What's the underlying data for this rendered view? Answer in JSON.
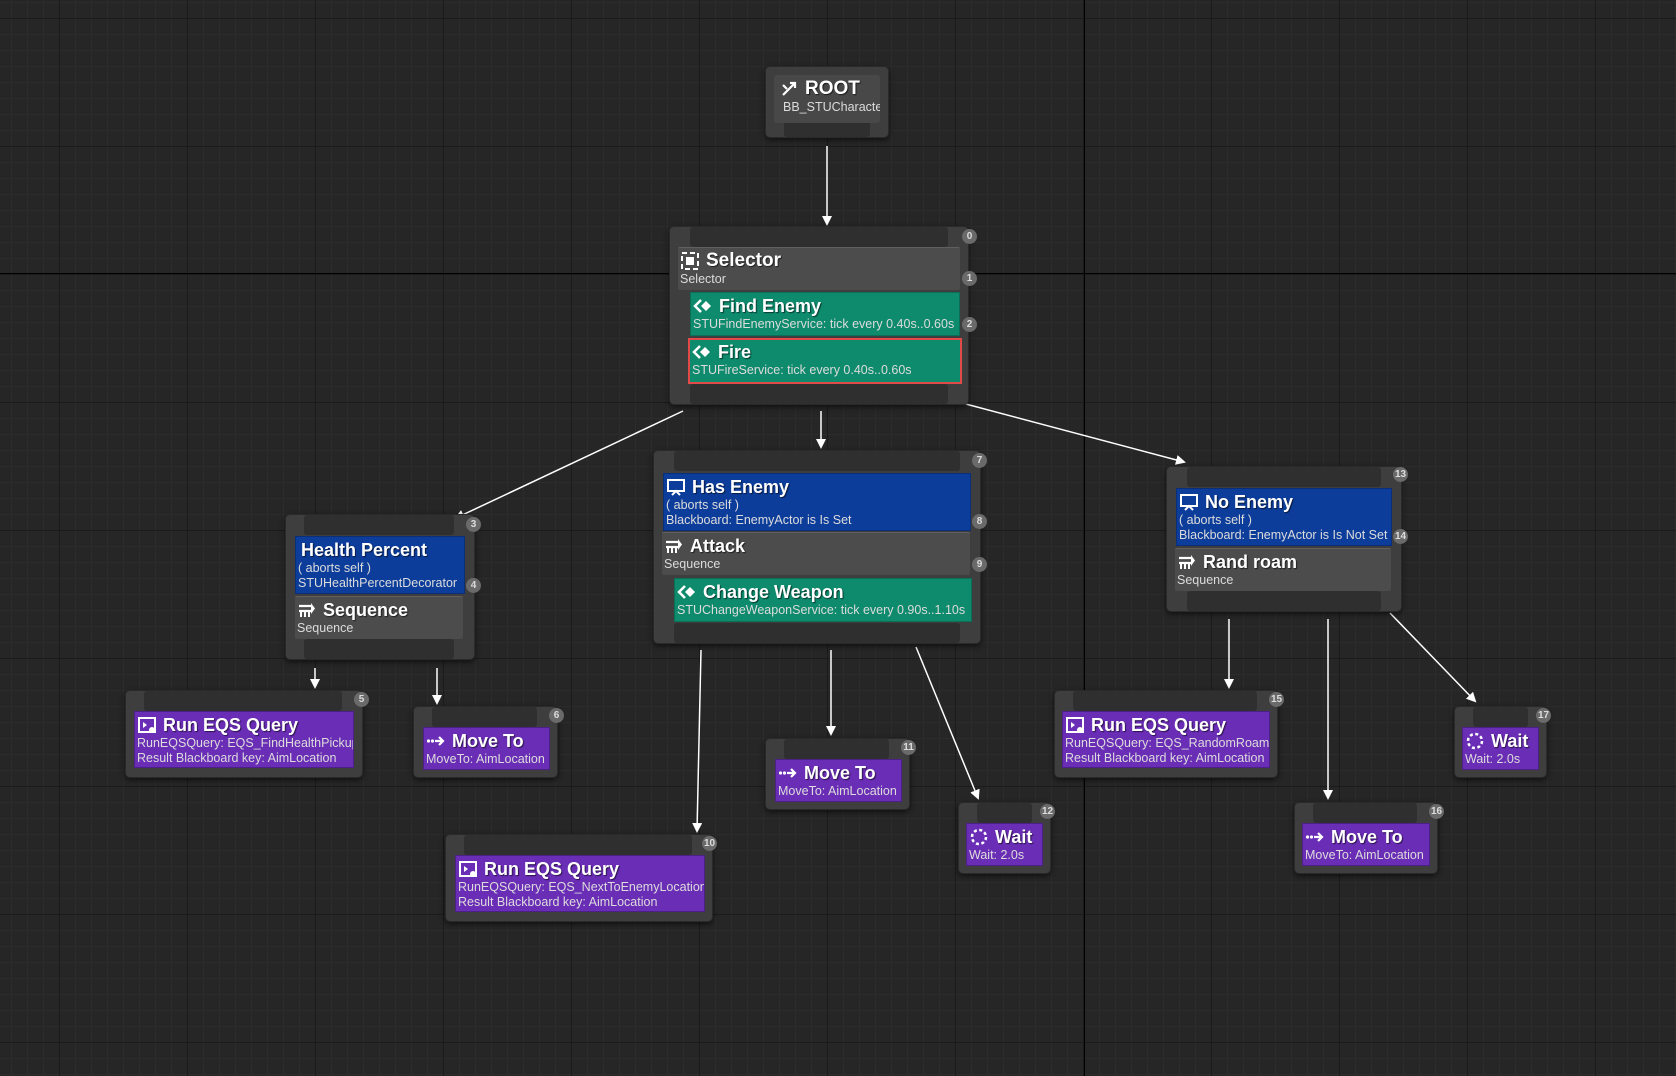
{
  "root": {
    "title": "ROOT",
    "subtitle": "BB_STUCharacter"
  },
  "selector": {
    "title": "Selector",
    "subtitle": "Selector",
    "services": [
      {
        "title": "Find Enemy",
        "subtitle": "STUFindEnemyService: tick every 0.40s..0.60s"
      },
      {
        "title": "Fire",
        "subtitle": "STUFireService: tick every 0.40s..0.60s"
      }
    ],
    "indices": [
      "0",
      "1",
      "2"
    ]
  },
  "health_branch": {
    "decorator": {
      "title": "Health Percent",
      "aborts": "( aborts self )",
      "subtitle": "STUHealthPercentDecorator"
    },
    "composite": {
      "title": "Sequence",
      "subtitle": "Sequence"
    },
    "indices": [
      "3",
      "4"
    ]
  },
  "attack_branch": {
    "decorator": {
      "title": "Has Enemy",
      "aborts": "( aborts self )",
      "subtitle": "Blackboard: EnemyActor is Is Set"
    },
    "composite": {
      "title": "Attack",
      "subtitle": "Sequence"
    },
    "service": {
      "title": "Change Weapon",
      "subtitle": "STUChangeWeaponService: tick every 0.90s..1.10s"
    },
    "indices": [
      "7",
      "8",
      "9"
    ]
  },
  "roam_branch": {
    "decorator": {
      "title": "No Enemy",
      "aborts": "( aborts self )",
      "subtitle": "Blackboard: EnemyActor is Is Not Set"
    },
    "composite": {
      "title": "Rand roam",
      "subtitle": "Sequence"
    },
    "indices": [
      "13",
      "14"
    ]
  },
  "tasks": {
    "t5": {
      "index": "5",
      "title": "Run EQS Query",
      "line1": "RunEQSQuery: EQS_FindHealthPickup",
      "line2": "Result Blackboard key: AimLocation"
    },
    "t6": {
      "index": "6",
      "title": "Move To",
      "line1": "MoveTo: AimLocation"
    },
    "t10": {
      "index": "10",
      "title": "Run EQS Query",
      "line1": "RunEQSQuery: EQS_NextToEnemyLocation",
      "line2": "Result Blackboard key: AimLocation"
    },
    "t11": {
      "index": "11",
      "title": "Move To",
      "line1": "MoveTo: AimLocation"
    },
    "t12": {
      "index": "12",
      "title": "Wait",
      "line1": "Wait: 2.0s"
    },
    "t15": {
      "index": "15",
      "title": "Run EQS Query",
      "line1": "RunEQSQuery: EQS_RandomRoam",
      "line2": "Result Blackboard key: AimLocation"
    },
    "t16": {
      "index": "16",
      "title": "Move To",
      "line1": "MoveTo: AimLocation"
    },
    "t17": {
      "index": "17",
      "title": "Wait",
      "line1": "Wait: 2.0s"
    }
  },
  "colors": {
    "background": "#262626",
    "service": "#0e8a6d",
    "decorator": "#0d3d9a",
    "task": "#6a2db6",
    "composite": "#4c4c4c",
    "selection_outline": "#e24a4a",
    "wire": "#ffffff"
  },
  "icons": {
    "root": "root-icon",
    "selector": "selector-icon",
    "service": "service-icon",
    "decorator": "blackboard-decorator-icon",
    "sequence": "sequence-icon",
    "eqs": "run-eqs-query-icon",
    "move": "move-to-icon",
    "wait": "wait-icon"
  }
}
